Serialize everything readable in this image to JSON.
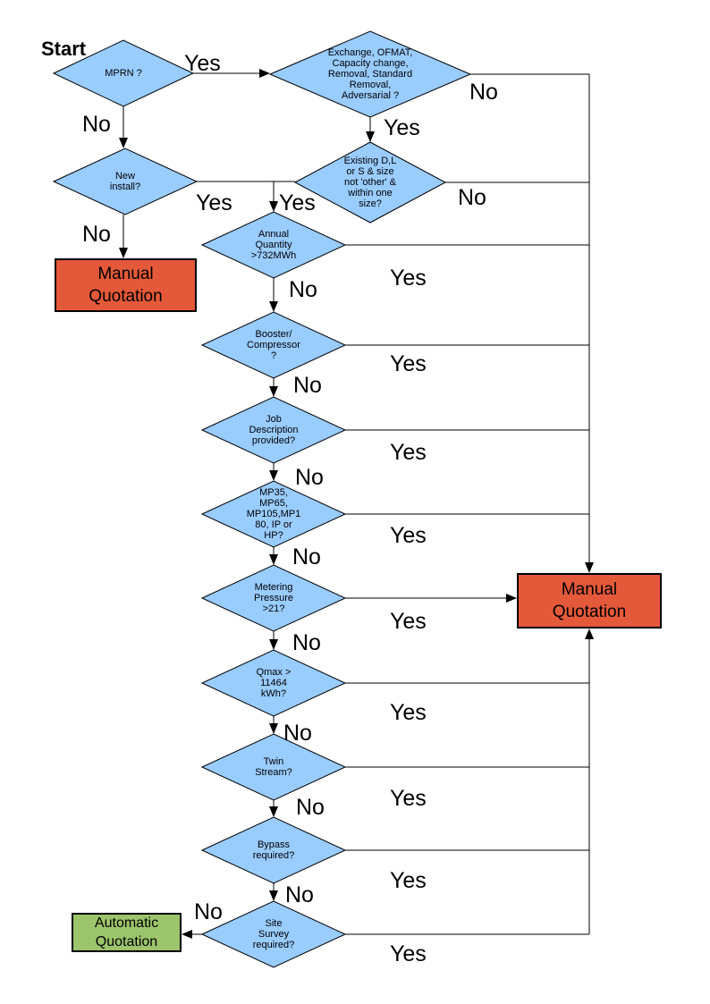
{
  "diagram": {
    "start_label": "Start",
    "decisions": {
      "mprn": "MPRN ?",
      "exchange": "Exchange, OFMAT,\nCapacity change,\nRemoval, Standard\nRemoval,\nAdversarial ?",
      "new_install": "New\ninstall?",
      "existing": "Existing D,L\nor S & size\nnot 'other' &\nwithin one\nsize?",
      "annual": "Annual\nQuantity\n>732MWh",
      "booster": "Booster/\nCompressor\n?",
      "job": "Job\nDescription\nprovided?",
      "mp": "MP35,\nMP65,\nMP105,MP1\n80, IP or\nHP?",
      "metering": "Metering\nPressure\n>21?",
      "qmax": "Qmax >\n11464\nkWh?",
      "twin": "Twin\nStream?",
      "bypass": "Bypass\nrequired?",
      "site": "Site\nSurvey\nrequired?"
    },
    "terminals": {
      "manual_left": "Manual\nQuotation",
      "manual_right": "Manual\nQuotation",
      "automatic": "Automatic\nQuotation"
    },
    "edge_labels": {
      "mprn_yes": "Yes",
      "mprn_no": "No",
      "exchange_yes": "Yes",
      "exchange_no": "No",
      "new_install_yes": "Yes",
      "new_install_no": "No",
      "existing_yes": "Yes",
      "existing_no": "No",
      "annual_yes": "Yes",
      "annual_no": "No",
      "booster_yes": "Yes",
      "booster_no": "No",
      "job_yes": "Yes",
      "job_no": "No",
      "mp_yes": "Yes",
      "mp_no": "No",
      "metering_yes": "Yes",
      "metering_no": "No",
      "qmax_yes": "Yes",
      "qmax_no": "No",
      "twin_yes": "Yes",
      "twin_no": "No",
      "bypass_yes": "Yes",
      "bypass_no": "No",
      "site_yes": "Yes",
      "site_no": "No"
    },
    "colors": {
      "decision_fill": "#99CCFF",
      "manual_fill": "#E4593A",
      "automatic_fill": "#9CC46C",
      "line": "#000000"
    }
  }
}
